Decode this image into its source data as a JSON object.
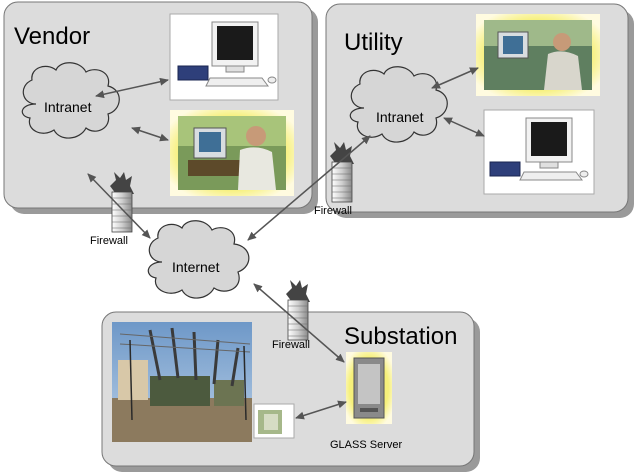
{
  "regions": {
    "vendor": "Vendor",
    "utility": "Utility",
    "substation": "Substation"
  },
  "clouds": {
    "vendor_intranet": "Intranet",
    "utility_intranet": "Intranet",
    "internet": "Internet"
  },
  "firewalls": {
    "vendor": "Firewall",
    "utility": "Firewall",
    "substation": "Firewall"
  },
  "server": {
    "label": "GLASS Server"
  },
  "colors": {
    "region_fill": "#dcdcdc",
    "region_shadow": "#9a9a9a",
    "cloud_fill": "#d6d6d6",
    "glow": "#f2ee6a",
    "arrow": "#555555"
  }
}
